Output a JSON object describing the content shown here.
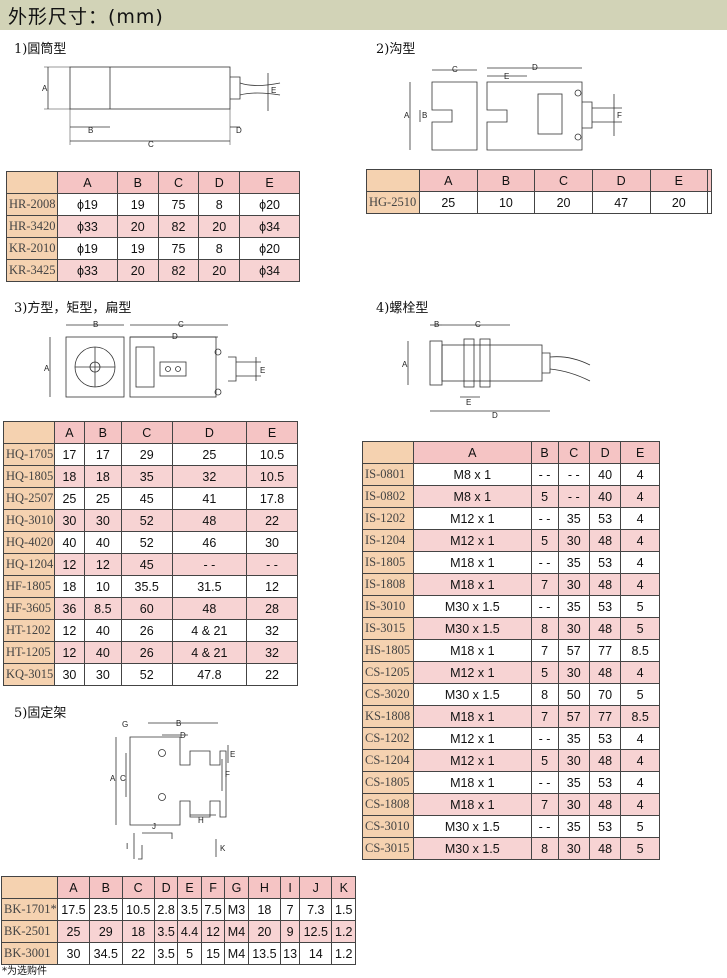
{
  "title": "外形尺寸：(mm)",
  "sections": {
    "s1": "1)圓筒型",
    "s2": "2)沟型",
    "s3": "3)方型，矩型，扁型",
    "s4": "4)螺栓型",
    "s5": "5)固定架"
  },
  "letters": {
    "A": "A",
    "B": "B",
    "C": "C",
    "D": "D",
    "E": "E",
    "F": "F",
    "G": "G",
    "H": "H",
    "I": "I",
    "J": "J",
    "K": "K"
  },
  "t1": {
    "headers": [
      "A",
      "B",
      "C",
      "D",
      "E"
    ],
    "rows": [
      [
        "HR-2008",
        "ϕ19",
        "19",
        "75",
        "8",
        "ϕ20"
      ],
      [
        "HR-3420",
        "ϕ33",
        "20",
        "82",
        "20",
        "ϕ34"
      ],
      [
        "KR-2010",
        "ϕ19",
        "19",
        "75",
        "8",
        "ϕ20"
      ],
      [
        "KR-3425",
        "ϕ33",
        "20",
        "82",
        "20",
        "ϕ34"
      ]
    ]
  },
  "t2": {
    "headers": [
      "A",
      "B",
      "C",
      "D",
      "E",
      ""
    ],
    "rows": [
      [
        "HG-2510",
        "25",
        "10",
        "20",
        "47",
        "20",
        ""
      ]
    ]
  },
  "t3": {
    "headers": [
      "A",
      "B",
      "C",
      "D",
      "E"
    ],
    "rows": [
      [
        "HQ-1705",
        "17",
        "17",
        "29",
        "25",
        "10.5"
      ],
      [
        "HQ-1805",
        "18",
        "18",
        "35",
        "32",
        "10.5"
      ],
      [
        "HQ-2507",
        "25",
        "25",
        "45",
        "41",
        "17.8"
      ],
      [
        "HQ-3010",
        "30",
        "30",
        "52",
        "48",
        "22"
      ],
      [
        "HQ-4020",
        "40",
        "40",
        "52",
        "46",
        "30"
      ],
      [
        "HQ-1204",
        "12",
        "12",
        "45",
        "- -",
        "- -"
      ],
      [
        "HF-1805",
        "18",
        "10",
        "35.5",
        "31.5",
        "12"
      ],
      [
        "HF-3605",
        "36",
        "8.5",
        "60",
        "48",
        "28"
      ],
      [
        "HT-1202",
        "12",
        "40",
        "26",
        "4 & 21",
        "32"
      ],
      [
        "HT-1205",
        "12",
        "40",
        "26",
        "4 & 21",
        "32"
      ],
      [
        "KQ-3015",
        "30",
        "30",
        "52",
        "47.8",
        "22"
      ]
    ]
  },
  "t4": {
    "headers": [
      "A",
      "B",
      "C",
      "D",
      "E"
    ],
    "rows": [
      [
        "IS-0801",
        "M8 x 1",
        "- -",
        "- -",
        "40",
        "4"
      ],
      [
        "IS-0802",
        "M8 x 1",
        "5",
        "- -",
        "40",
        "4"
      ],
      [
        "IS-1202",
        "M12 x 1",
        "- -",
        "35",
        "53",
        "4"
      ],
      [
        "IS-1204",
        "M12 x 1",
        "5",
        "30",
        "48",
        "4"
      ],
      [
        "IS-1805",
        "M18 x 1",
        "- -",
        "35",
        "53",
        "4"
      ],
      [
        "IS-1808",
        "M18 x 1",
        "7",
        "30",
        "48",
        "4"
      ],
      [
        "IS-3010",
        "M30 x 1.5",
        "- -",
        "35",
        "53",
        "5"
      ],
      [
        "IS-3015",
        "M30 x 1.5",
        "8",
        "30",
        "48",
        "5"
      ],
      [
        "HS-1805",
        "M18 x 1",
        "7",
        "57",
        "77",
        "8.5"
      ],
      [
        "CS-1205",
        "M12 x 1",
        "5",
        "30",
        "48",
        "4"
      ],
      [
        "CS-3020",
        "M30 x 1.5",
        "8",
        "50",
        "70",
        "5"
      ],
      [
        "KS-1808",
        "M18 x 1",
        "7",
        "57",
        "77",
        "8.5"
      ],
      [
        "CS-1202",
        "M12 x 1",
        "- -",
        "35",
        "53",
        "4"
      ],
      [
        "CS-1204",
        "M12 x 1",
        "5",
        "30",
        "48",
        "4"
      ],
      [
        "CS-1805",
        "M18 x 1",
        "- -",
        "35",
        "53",
        "4"
      ],
      [
        "CS-1808",
        "M18 x 1",
        "7",
        "30",
        "48",
        "4"
      ],
      [
        "CS-3010",
        "M30 x 1.5",
        "- -",
        "35",
        "53",
        "5"
      ],
      [
        "CS-3015",
        "M30 x 1.5",
        "8",
        "30",
        "48",
        "5"
      ]
    ]
  },
  "t5": {
    "headers": [
      "A",
      "B",
      "C",
      "D",
      "E",
      "F",
      "G",
      "H",
      "I",
      "J",
      "K"
    ],
    "rows": [
      [
        "BK-1701*",
        "17.5",
        "23.5",
        "10.5",
        "2.8",
        "3.5",
        "7.5",
        "M3",
        "18",
        "7",
        "7.3",
        "1.5"
      ],
      [
        "BK-2501",
        "25",
        "29",
        "18",
        "3.5",
        "4.4",
        "12",
        "M4",
        "20",
        "9",
        "12.5",
        "1.2"
      ],
      [
        "BK-3001",
        "30",
        "34.5",
        "22",
        "3.5",
        "5",
        "15",
        "M4",
        "13.5",
        "13",
        "14",
        "1.2"
      ]
    ]
  },
  "note": "*为选购件"
}
